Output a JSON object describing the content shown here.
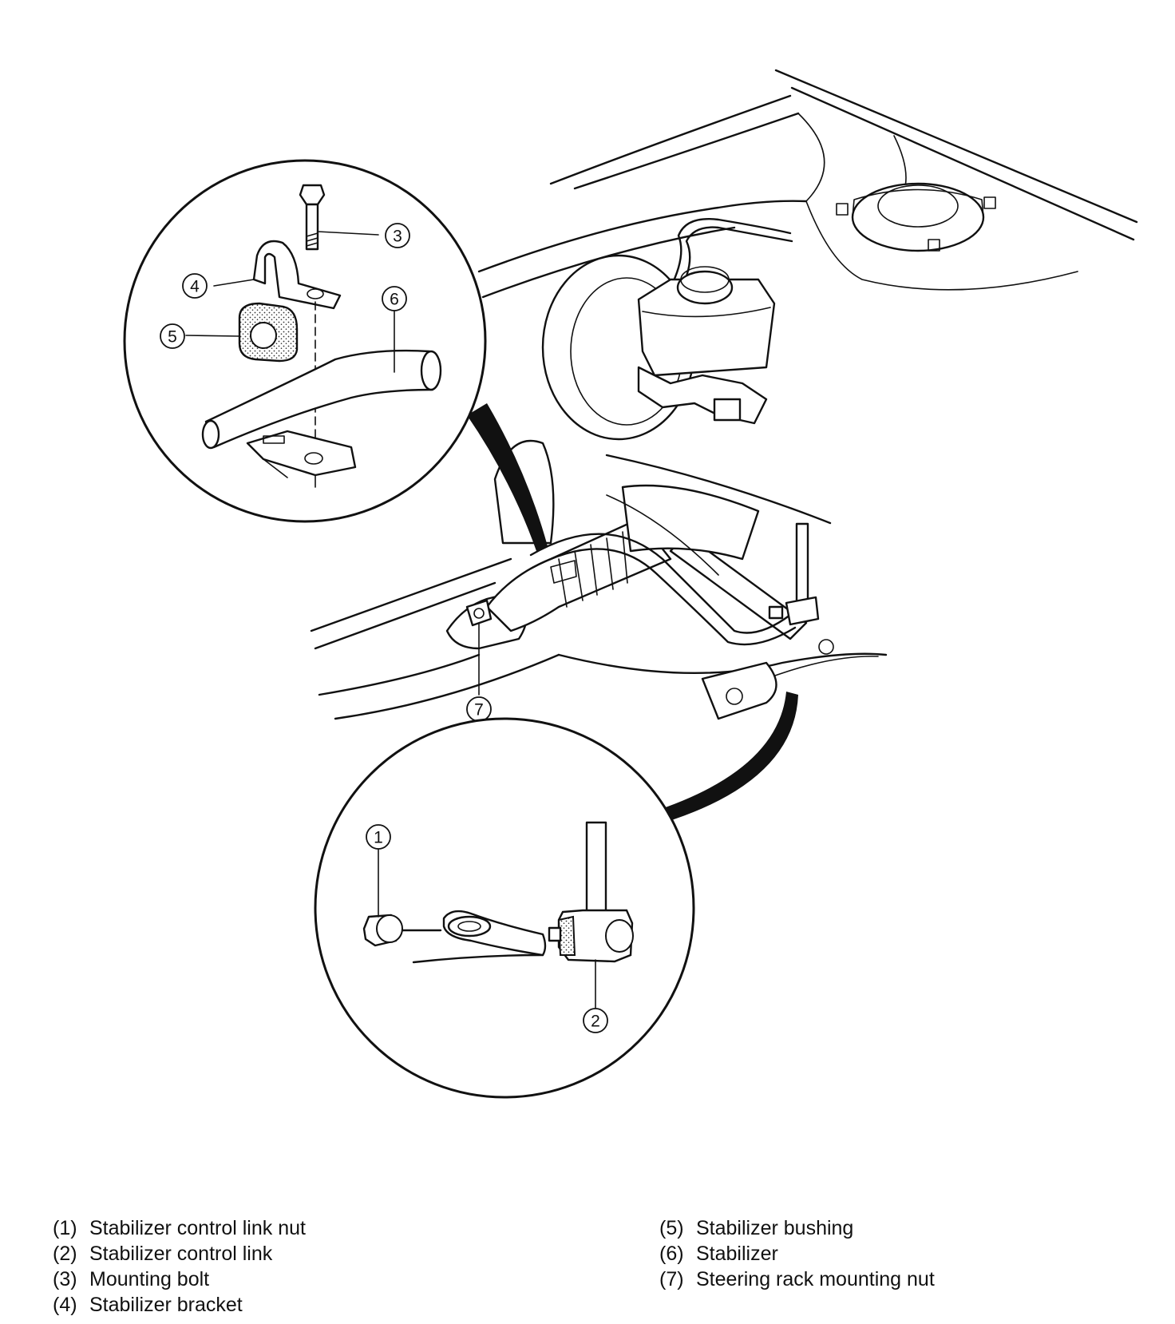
{
  "callouts": {
    "c1": "1",
    "c2": "2",
    "c3": "3",
    "c4": "4",
    "c5": "5",
    "c6": "6",
    "c7": "7"
  },
  "legend": {
    "left": [
      {
        "num": "(1)",
        "text": "Stabilizer control link nut"
      },
      {
        "num": "(2)",
        "text": "Stabilizer control link"
      },
      {
        "num": "(3)",
        "text": "Mounting bolt"
      },
      {
        "num": "(4)",
        "text": "Stabilizer bracket"
      }
    ],
    "right": [
      {
        "num": "(5)",
        "text": "Stabilizer bushing"
      },
      {
        "num": "(6)",
        "text": "Stabilizer"
      },
      {
        "num": "(7)",
        "text": "Steering rack mounting nut"
      }
    ]
  }
}
